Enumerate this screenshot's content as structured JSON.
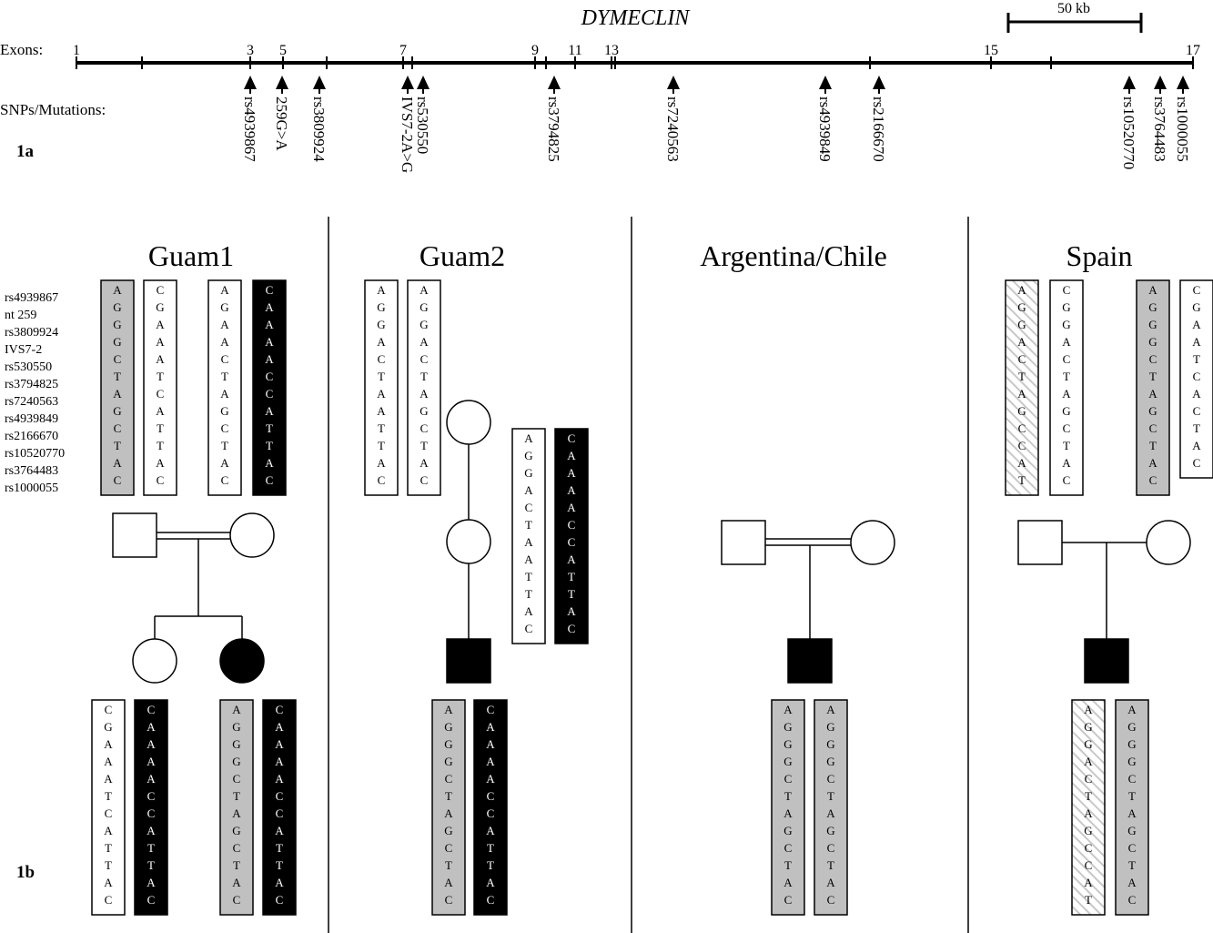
{
  "gene": {
    "title": "DYMECLIN",
    "scale_label": "50 kb",
    "exons_label": "Exons:",
    "snps_label": "SNPs/Mutations:",
    "panel_a": "1a",
    "panel_b": "1b",
    "exon_ticks": [
      "1",
      "",
      "3",
      "5",
      "",
      "7",
      "",
      "9",
      "",
      "11",
      "13",
      "",
      "",
      "15",
      "",
      "17"
    ],
    "snps": [
      "rs4939867",
      "259G>A",
      "rs3809924",
      "IVS7-2A>G",
      "rs530550",
      "rs3794825",
      "rs7240563",
      "rs4939849",
      "rs2166670",
      "rs10520770",
      "rs3764483",
      "rs1000055"
    ]
  },
  "marker_labels": [
    "rs4939867",
    "nt 259",
    "rs3809924",
    "IVS7-2",
    "rs530550",
    "rs3794825",
    "rs7240563",
    "rs4939849",
    "rs2166670",
    "rs10520770",
    "rs3764483",
    "rs1000055"
  ],
  "haplotypes": {
    "A": "AGGGCTAGCTAC",
    "B": "CGAAATCATTAC",
    "C": "AGAACTAGCTAC",
    "D": "CAAAACCATTAC",
    "E": "AGGACTAATTAC",
    "F": "AGGACTAGCTAC",
    "G": "AGGACTAGCCAT",
    "H": "CGGACTAGCTAC",
    "I": "CGAATCACTAC"
  },
  "fill_colors": {
    "white": "#ffffff",
    "grey": "#c0c0c0",
    "black": "#000000",
    "hatch": "#c8c8c8"
  },
  "families": [
    {
      "name": "Guam1",
      "parents": [
        {
          "seq": "A",
          "fill": "grey"
        },
        {
          "seq": "B",
          "fill": "white"
        },
        {
          "seq": "C",
          "fill": "white"
        },
        {
          "seq": "D",
          "fill": "black"
        }
      ],
      "children": [
        {
          "seq": "B",
          "fill": "white"
        },
        {
          "seq": "D",
          "fill": "black"
        },
        {
          "seq": "A",
          "fill": "grey"
        },
        {
          "seq": "D",
          "fill": "black"
        }
      ]
    },
    {
      "name": "Guam2",
      "parents": [
        {
          "seq": "E",
          "fill": "white"
        },
        {
          "seq": "F",
          "fill": "white"
        },
        {
          "seq": "E",
          "fill": "white"
        },
        {
          "seq": "D",
          "fill": "black"
        }
      ],
      "children": [
        {
          "seq": "A",
          "fill": "grey"
        },
        {
          "seq": "D",
          "fill": "black"
        }
      ]
    },
    {
      "name": "Argentina/Chile",
      "parents": [],
      "children": [
        {
          "seq": "A",
          "fill": "grey"
        },
        {
          "seq": "A",
          "fill": "grey"
        }
      ]
    },
    {
      "name": "Spain",
      "parents": [
        {
          "seq": "G",
          "fill": "hatch"
        },
        {
          "seq": "H",
          "fill": "white"
        },
        {
          "seq": "A",
          "fill": "grey"
        },
        {
          "seq": "I",
          "fill": "white"
        }
      ],
      "children": [
        {
          "seq": "G",
          "fill": "hatch"
        },
        {
          "seq": "A",
          "fill": "grey"
        }
      ]
    }
  ]
}
